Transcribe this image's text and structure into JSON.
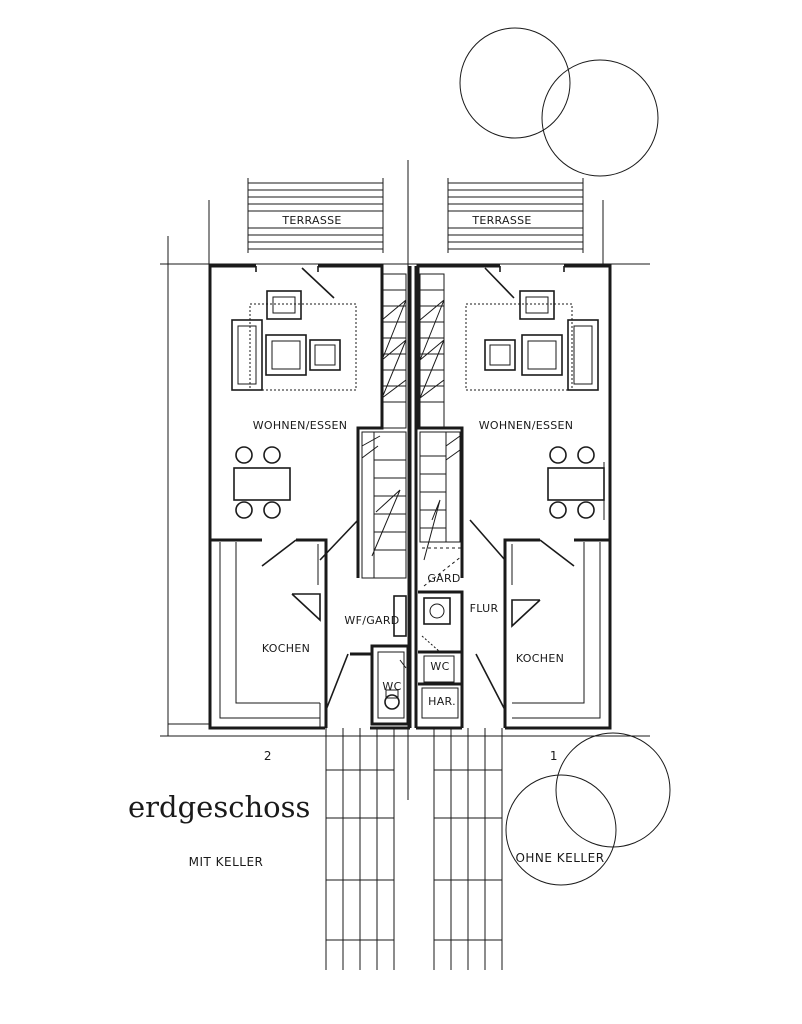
{
  "plan_title": "erdgeschoss",
  "units": {
    "left": {
      "number": "2",
      "cellar_note": "MIT KELLER",
      "rooms": {
        "terrace": "TERRASSE",
        "living": "WOHNEN/ESSEN",
        "kitchen": "KOCHEN",
        "wardrobe": "WF/GARD",
        "wc": "WC"
      }
    },
    "right": {
      "number": "1",
      "cellar_note": "OHNE KELLER",
      "rooms": {
        "terrace": "TERRASSE",
        "living": "WOHNEN/ESSEN",
        "kitchen": "KOCHEN",
        "wardrobe": "GARD",
        "hall": "FLUR",
        "wc": "WC",
        "utility": "HAR."
      }
    }
  }
}
